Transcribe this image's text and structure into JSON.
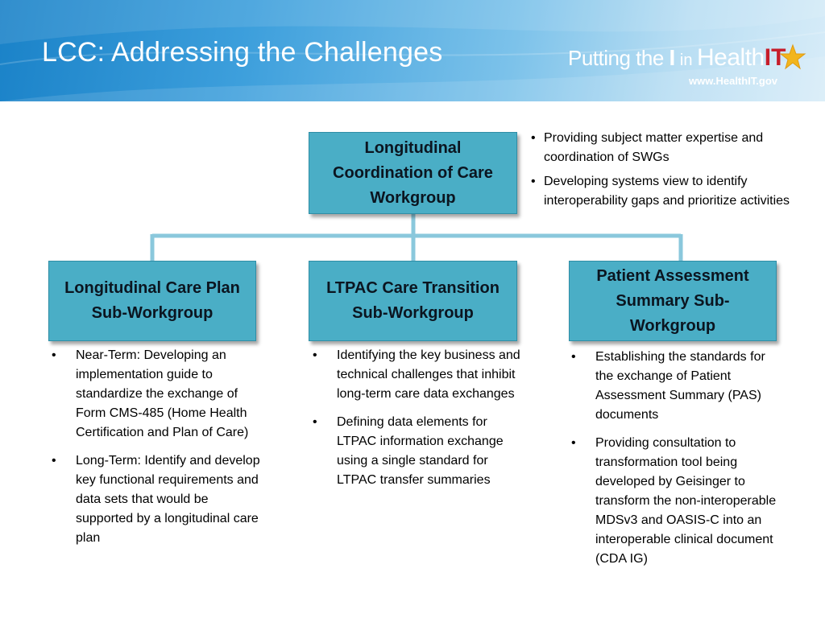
{
  "slide": {
    "title": "LCC: Addressing the Challenges"
  },
  "logo": {
    "prefix": "Putting the ",
    "i_letter": "I",
    "in_word": " in ",
    "health": "Health",
    "it": "IT",
    "url": "www.HealthIT.gov",
    "it_color": "#c61d2a",
    "star_color": "#f2b51c"
  },
  "colors": {
    "box_fill": "#4aaec6",
    "connector": "#8ac8dc",
    "header_blue": "#1a82c8"
  },
  "diagram": {
    "top": {
      "label": "Longitudinal Coordination of Care Workgroup",
      "bullets": [
        "Providing subject matter expertise and coordination of SWGs",
        "Developing  systems view to identify interoperability gaps and prioritize activities"
      ]
    },
    "children": [
      {
        "label": "Longitudinal Care Plan Sub-Workgroup",
        "bullets": [
          "Near-Term: Developing an implementation guide to standardize the exchange of Form CMS-485 (Home Health Certification and Plan of Care)",
          "Long-Term: Identify and develop key functional requirements and data sets that would be supported by a longitudinal care plan"
        ]
      },
      {
        "label": "LTPAC Care Transition Sub-Workgroup",
        "bullets": [
          "Identifying the key business and technical challenges that inhibit long-term care data exchanges",
          "Defining data elements for LTPAC information exchange using a single standard for LTPAC transfer summaries"
        ]
      },
      {
        "label": "Patient Assessment Summary Sub-Workgroup",
        "bullets": [
          "Establishing the standards for the exchange of Patient Assessment  Summary (PAS) documents",
          "Providing consultation to transformation tool being developed by Geisinger to transform the non-interoperable MDSv3 and OASIS-C into an interoperable clinical document (CDA IG)"
        ]
      }
    ]
  }
}
